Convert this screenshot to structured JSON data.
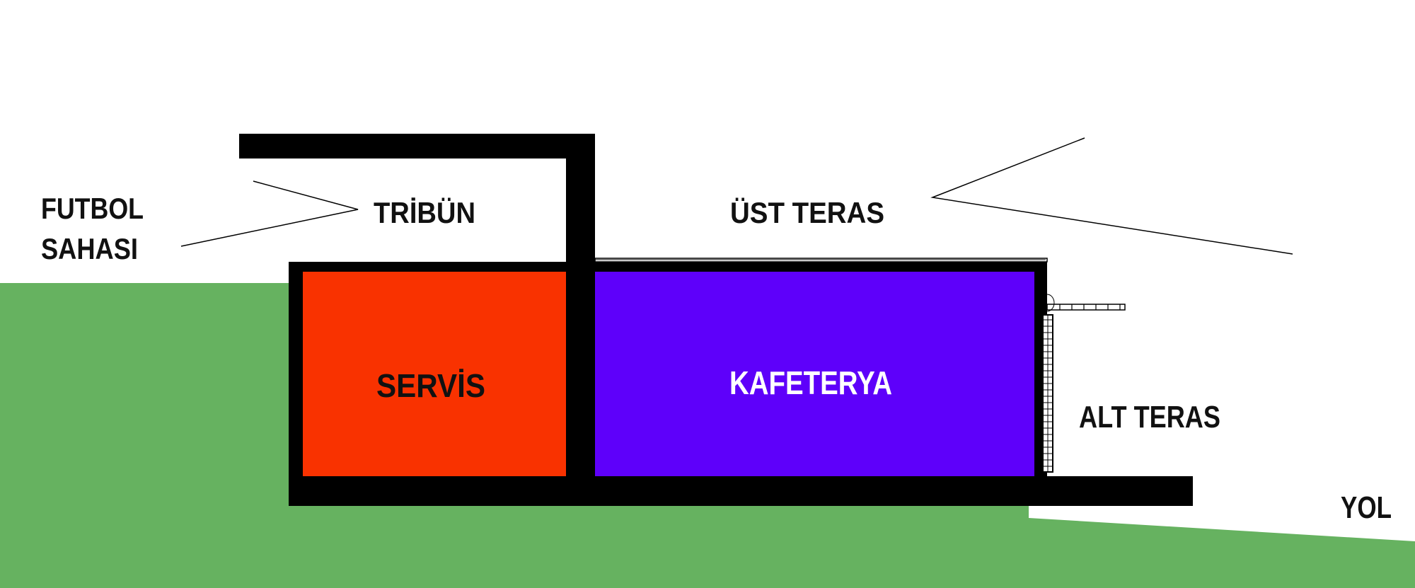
{
  "labels": {
    "football_field": [
      "FUTBOL",
      "SAHASI"
    ],
    "stand": "TRİBÜN",
    "upper_terrace": "ÜST TERAS",
    "service": "SERVİS",
    "cafeteria": "KAFETERYA",
    "lower_terrace": "ALT TERAS",
    "road": "YOL"
  },
  "colors": {
    "background": "#ffffff",
    "ground": "#66b260",
    "wall": "#000000",
    "service_fill": "#f93200",
    "cafeteria_fill": "#5e00fa",
    "label_dark": "#111111",
    "label_light": "#ffffff"
  }
}
